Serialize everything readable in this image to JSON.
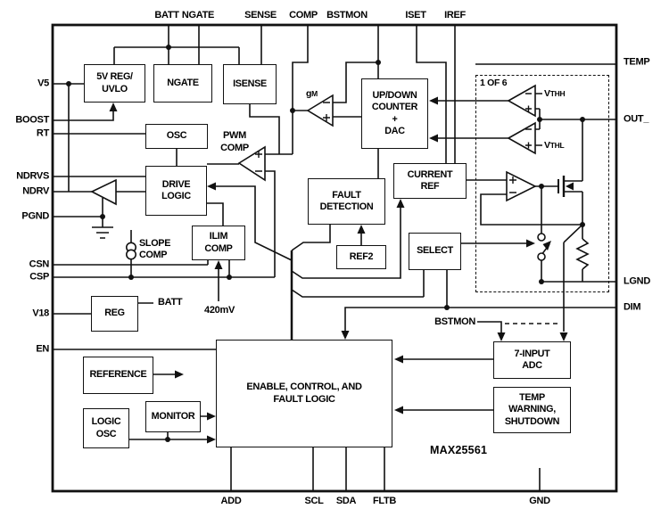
{
  "diagram": {
    "part_number": "MAX25561",
    "pins": {
      "top": [
        "BATT",
        "NGATE",
        "SENSE",
        "COMP",
        "BSTMON",
        "ISET",
        "IREF"
      ],
      "left": [
        "V5",
        "BOOST",
        "RT",
        "NDRVS",
        "NDRV",
        "PGND",
        "CSN",
        "CSP",
        "V18",
        "EN"
      ],
      "right": [
        "TEMP",
        "OUT_",
        "LGND",
        "DIM"
      ],
      "bottom": [
        "ADD",
        "SCL",
        "SDA",
        "FLTB",
        "GND"
      ]
    },
    "blocks": {
      "reg5v": [
        "5V REG/",
        "UVLO"
      ],
      "ngate": [
        "NGATE"
      ],
      "isense": [
        "ISENSE"
      ],
      "osc": [
        "OSC"
      ],
      "drive_logic": [
        "DRIVE",
        "LOGIC"
      ],
      "ilim_comp": [
        "ILIM",
        "COMP"
      ],
      "reg": [
        "REG"
      ],
      "fault_detection": [
        "FAULT",
        "DETECTION"
      ],
      "ref2": [
        "REF2"
      ],
      "updown": [
        "UP/DOWN",
        "COUNTER",
        "+",
        "DAC"
      ],
      "current_ref": [
        "CURRENT",
        "REF"
      ],
      "select": [
        "SELECT"
      ],
      "enable": [
        "ENABLE, CONTROL, AND",
        "FAULT LOGIC"
      ],
      "reference": [
        "REFERENCE"
      ],
      "logic_osc": [
        "LOGIC",
        "OSC"
      ],
      "monitor": [
        "MONITOR"
      ],
      "adc": [
        "7-INPUT",
        "ADC"
      ],
      "temp_warning": [
        "TEMP",
        "WARNING,",
        "SHUTDOWN"
      ]
    },
    "annotations": {
      "one_of_six": "1 OF 6",
      "gm": {
        "main": "g",
        "sub": "M"
      },
      "pwm_comp": [
        "PWM",
        "COMP"
      ],
      "slope_comp": [
        "SLOPE",
        "COMP"
      ],
      "batt_net": "BATT",
      "mv420": "420mV",
      "bstmon_net": "BSTMON",
      "vthh": {
        "main": "V",
        "sub": "THH"
      },
      "vthl": {
        "main": "V",
        "sub": "THL"
      }
    },
    "colors": {
      "line": "#111111",
      "background": "#ffffff",
      "text": "#000000"
    }
  }
}
